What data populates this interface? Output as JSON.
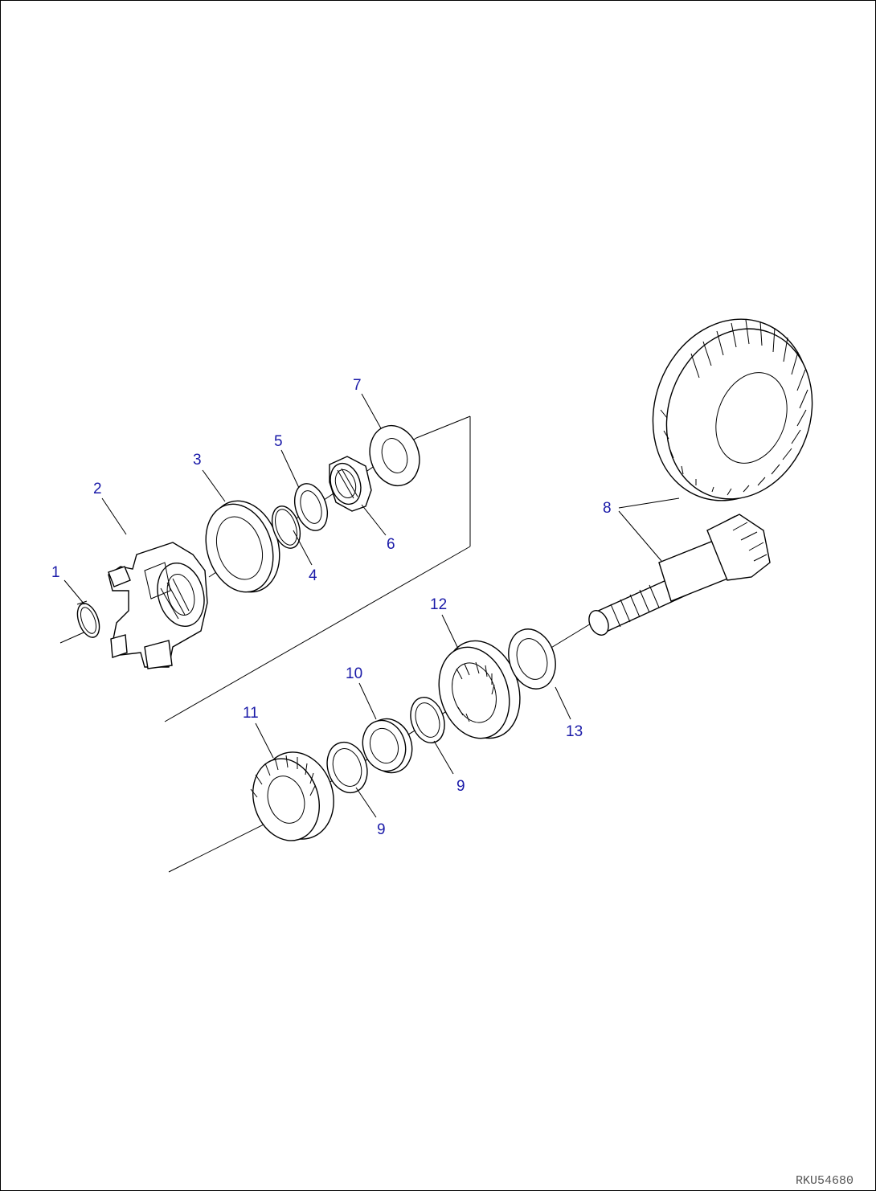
{
  "callouts": {
    "c1": "1",
    "c2": "2",
    "c3": "3",
    "c4": "4",
    "c5": "5",
    "c6": "6",
    "c7": "7",
    "c8": "8",
    "c9a": "9",
    "c9b": "9",
    "c10": "10",
    "c11": "11",
    "c12": "12",
    "c13": "13"
  },
  "drawing_code": "RKU54680",
  "colors": {
    "callout": "#1a1aa8",
    "line": "#000000",
    "code": "#555555"
  }
}
